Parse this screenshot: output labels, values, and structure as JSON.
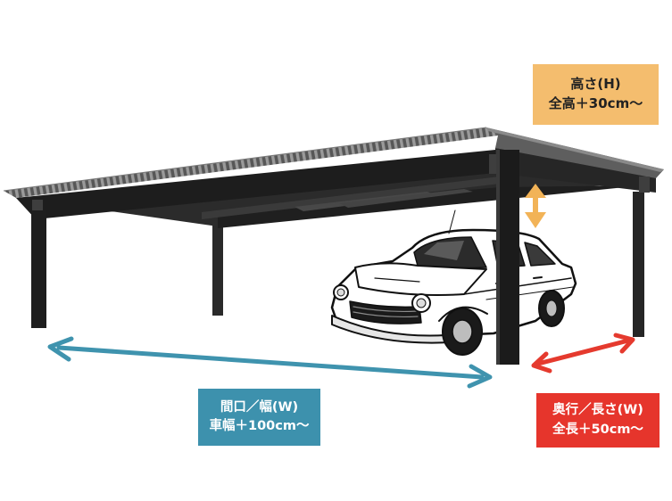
{
  "labels": {
    "height": {
      "title": "高さ(H)",
      "sub": "全高＋30cm〜"
    },
    "width": {
      "title": "間口／幅(W)",
      "sub": "車幅＋100cm〜"
    },
    "depth": {
      "title": "奥行／長さ(W)",
      "sub": "全長＋50cm〜"
    }
  },
  "colors": {
    "height_box": "#f4bd6e",
    "height_arrow": "#f2b357",
    "width_box": "#3d91ad",
    "width_arrow": "#3f93ae",
    "depth_box": "#e6352c",
    "depth_arrow": "#e53a2e",
    "structure": "#232323",
    "roof_top": "#6a6a6a",
    "car_outline": "#111111"
  },
  "icons": {
    "carport": "carport-structure",
    "car": "vintage-car-illustration"
  }
}
